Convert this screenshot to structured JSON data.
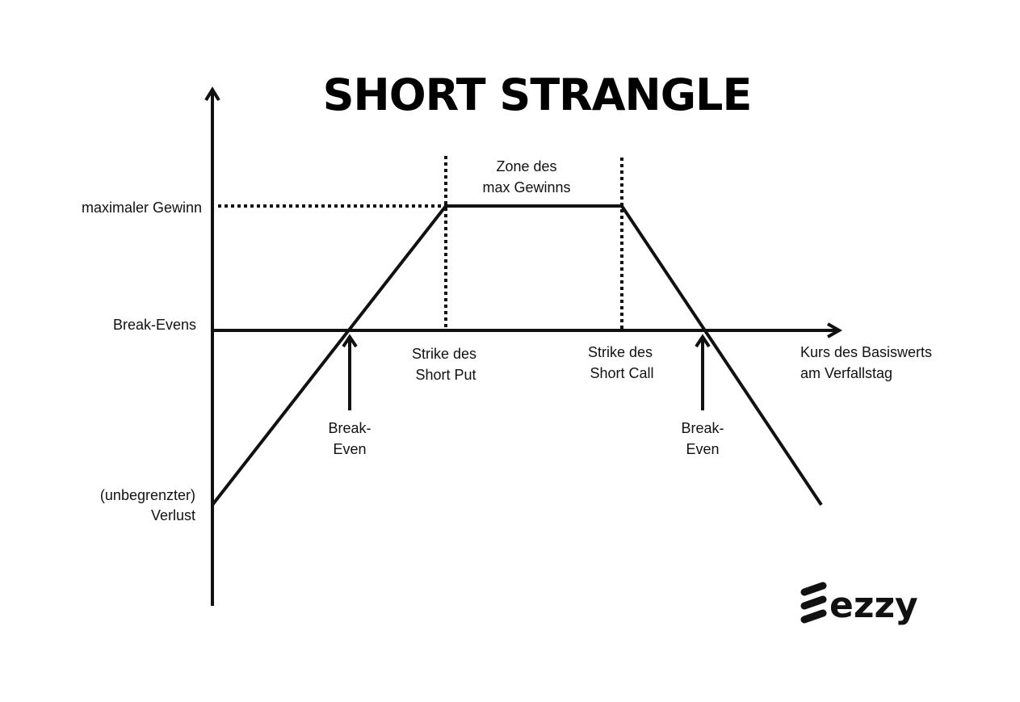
{
  "title": "SHORT STRANGLE",
  "colors": {
    "ink": "#111111",
    "background": "#ffffff"
  },
  "labels": {
    "max_gain": "maximaler Gewinn",
    "break_evens": "Break-Evens",
    "loss_line1": "(unbegrenzter)",
    "loss_line2": "Verlust",
    "zone_line1": "Zone des",
    "zone_line2": "max  Gewinns",
    "strike_put_line1": "Strike des",
    "strike_put_line2": "Short Put",
    "strike_call_line1": "Strike des",
    "strike_call_line2": "Short Call",
    "xaxis_line1": "Kurs des Basiswerts",
    "xaxis_line2": "am Verfallstag",
    "be_left_line1": "Break-",
    "be_left_line2": "Even",
    "be_right_line1": "Break-",
    "be_right_line2": "Even"
  },
  "logo": {
    "text": "ezzy",
    "icon": "ezzy-logo-icon"
  }
}
